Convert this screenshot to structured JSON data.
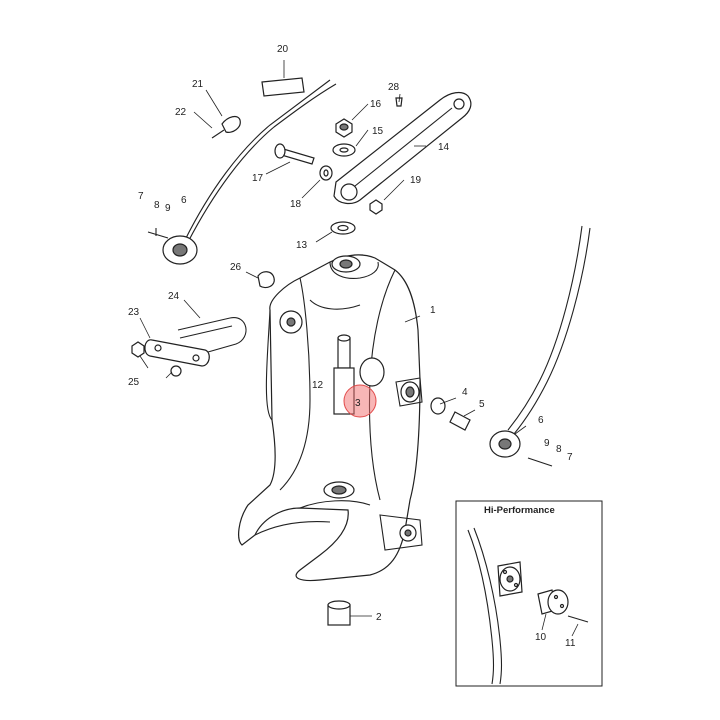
{
  "callouts": {
    "c1": "1",
    "c2": "2",
    "c3": "3",
    "c4": "4",
    "c5": "5",
    "c6": "6",
    "c7": "7",
    "c8": "8",
    "c9": "9",
    "c6b": "6",
    "c7b": "7",
    "c8b": "8",
    "c9b": "9",
    "c10": "10",
    "c11": "11",
    "c12": "12",
    "c13": "13",
    "c14": "14",
    "c15": "15",
    "c16": "16",
    "c17": "17",
    "c18": "18",
    "c19": "19",
    "c20": "20",
    "c21": "21",
    "c22": "22",
    "c23": "23",
    "c24": "24",
    "c25": "25",
    "c26": "26",
    "c28": "28"
  },
  "inset": {
    "title": "Hi-Performance"
  },
  "colors": {
    "line": "#222222",
    "highlight": "#f26d6d"
  }
}
